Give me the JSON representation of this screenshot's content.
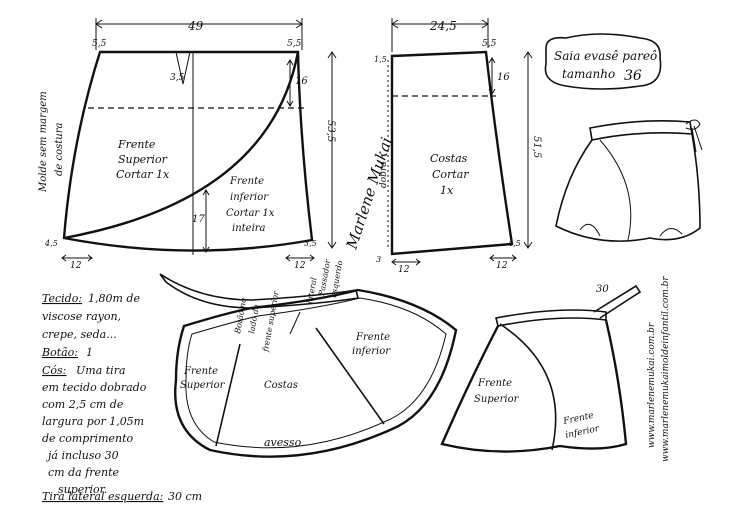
{
  "front_pattern": {
    "total_width": "49",
    "top_left_offset": "5,5",
    "top_right_offset": "5,5",
    "dart_depth": "3,5",
    "hip_depth": "16",
    "length": "53,5",
    "curve_height": "17",
    "left_hem_rise": "4,5",
    "right_hem_rise": "3,5",
    "hem_left": "12",
    "hem_right": "12",
    "upper_piece_name": "Frente",
    "upper_piece_sub": "Superior",
    "upper_piece_cut": "Cortar 1x",
    "lower_piece_name": "Frente",
    "lower_piece_sub": "inferior",
    "lower_piece_cut": "Cortar 1x",
    "lower_piece_note": "inteira",
    "side_note_1": "Molde sem margem",
    "side_note_2": "de costura"
  },
  "back_pattern": {
    "total_width": "24,5",
    "top_left_offset": "1,5",
    "top_right_offset": "5,5",
    "hip_depth": "16",
    "length": "51,5",
    "hem_left": "12",
    "hem_right": "12",
    "right_hem_rise": "4,5",
    "bottom_left_rise": "3",
    "fold_label": "dobra",
    "piece_name": "Costas",
    "piece_cut": "Cortar",
    "piece_count": "1x"
  },
  "signature": "Marlene Mukai",
  "title_box": {
    "line1": "Saia evasê pareô",
    "line2": "tamanho",
    "size": "36"
  },
  "materials": {
    "fabric_label": "Tecido:",
    "fabric_text": "1,80m de",
    "fabric_line2": "viscose rayon,",
    "fabric_line3": "crepe, seda...",
    "button_label": "Botão:",
    "button_text": "1",
    "tie_label": "Cós:",
    "tie_line1": "Uma tira",
    "tie_line2": "em tecido dobrado",
    "tie_line3": "com 2,5 cm de",
    "tie_line4": "largura por 1,05m",
    "tie_line5": "de comprimento",
    "tie_line6": "já incluso 30",
    "tie_line7": "cm da frente",
    "tie_line8": "superior.",
    "side_tie_label": "Tira lateral esquerda:",
    "side_tie_text": "30 cm"
  },
  "assembly": {
    "buttonhole_note": "Botão no",
    "buttonhole_note2": "lado da",
    "buttonhole_note3": "frente superior",
    "side_loop_note": "Passador",
    "side_loop_note2": "esquerdo",
    "side_loop_note3": "lateral",
    "front_upper": "Frente",
    "front_upper_sub": "Superior",
    "back": "Costas",
    "wrong_side": "avesso",
    "front_lower": "Frente",
    "front_lower_sub": "inferior"
  },
  "worn_view": {
    "tie_length": "30",
    "front_upper": "Frente",
    "front_upper_sub": "Superior",
    "front_lower": "Frente",
    "front_lower_sub": "inferior"
  },
  "websites": {
    "site1": "www.marlenemukai.com.br",
    "site2": "www.marlenemukaimoldeinfantil.com.br"
  }
}
